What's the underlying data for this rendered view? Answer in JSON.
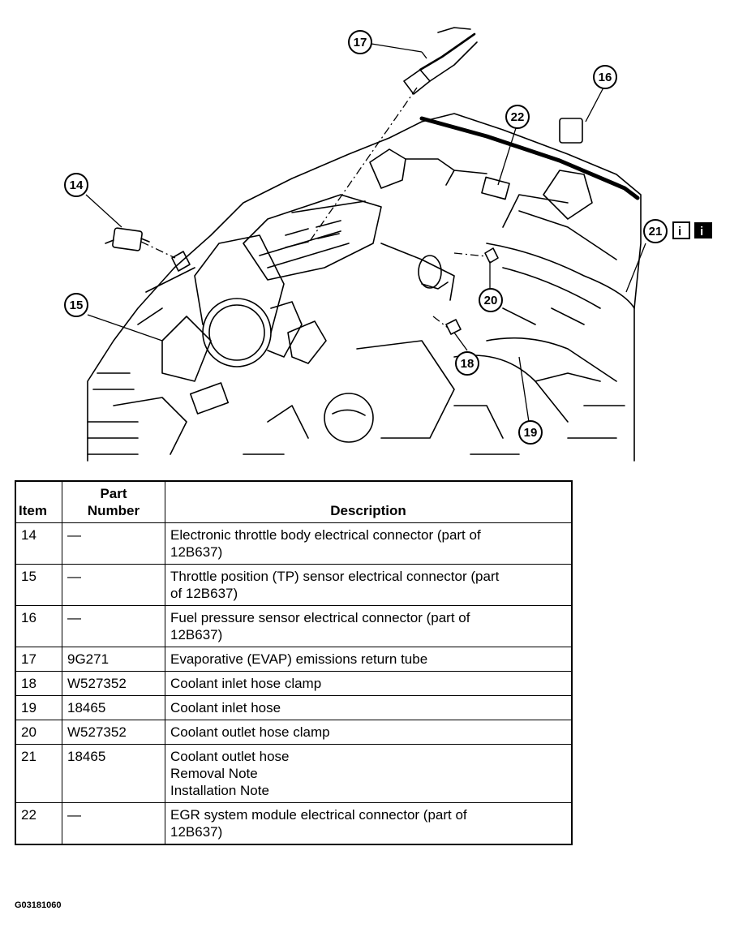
{
  "diagram": {
    "callouts": [
      "17",
      "16",
      "22",
      "14",
      "21",
      "15",
      "20",
      "18",
      "19"
    ]
  },
  "table": {
    "headers": {
      "item": "Item",
      "part_line1": "Part",
      "part_line2": "Number",
      "description": "Description"
    },
    "rows": [
      {
        "item": "14",
        "part": "—",
        "description": [
          "Electronic throttle body electrical connector (part of",
          "12B637)"
        ]
      },
      {
        "item": "15",
        "part": "—",
        "description": [
          "Throttle position (TP) sensor electrical connector (part",
          "of 12B637)"
        ]
      },
      {
        "item": "16",
        "part": "—",
        "description": [
          "Fuel pressure sensor electrical connector (part of",
          "12B637)"
        ]
      },
      {
        "item": "17",
        "part": "9G271",
        "description": [
          "Evaporative (EVAP) emissions return tube"
        ]
      },
      {
        "item": "18",
        "part": "W527352",
        "description": [
          "Coolant inlet hose clamp"
        ]
      },
      {
        "item": "19",
        "part": "18465",
        "description": [
          "Coolant inlet hose"
        ]
      },
      {
        "item": "20",
        "part": "W527352",
        "description": [
          "Coolant outlet hose clamp"
        ]
      },
      {
        "item": "21",
        "part": "18465",
        "description": [
          "Coolant outlet hose",
          "Removal Note",
          "Installation Note"
        ]
      },
      {
        "item": "22",
        "part": "—",
        "description": [
          "EGR system module electrical connector (part of",
          "12B637)"
        ]
      }
    ]
  },
  "figure_code": "G03181060"
}
